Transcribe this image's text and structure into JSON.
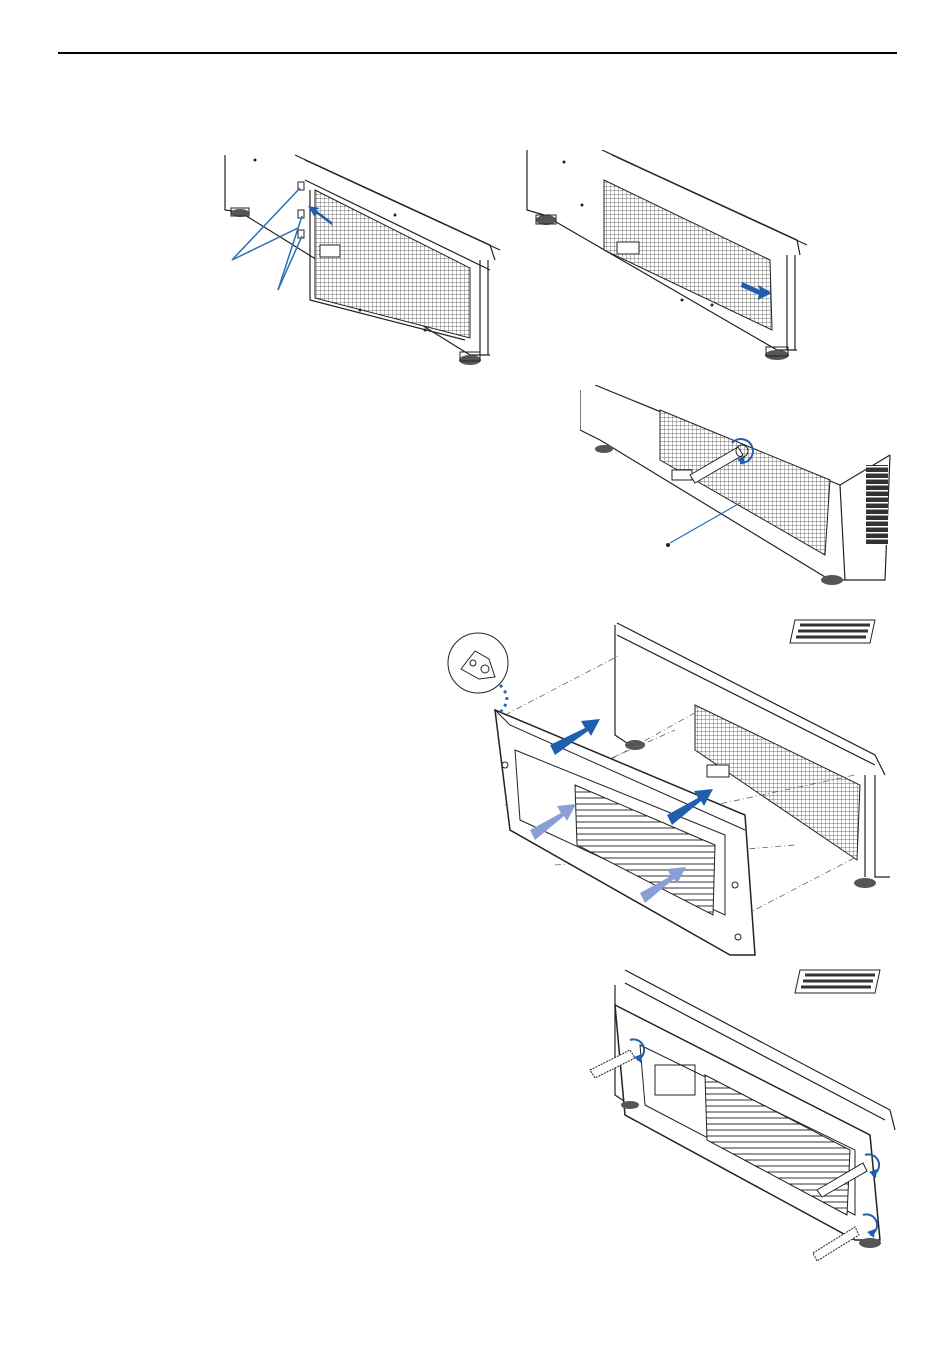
{
  "page": {
    "background": "#ffffff"
  },
  "colors": {
    "line": "#222222",
    "arrow_dark": "#1f5fae",
    "arrow_light": "#8a9fd6",
    "callout": "#2d6db5"
  },
  "figures": [
    {
      "name": "figure-1-release-tabs",
      "icon": "filter-cover-tabs-callout"
    },
    {
      "name": "figure-2-slide-filter-out",
      "icon": "filter-slide-right-arrow"
    },
    {
      "name": "figure-3-remove-screw",
      "icon": "screwdriver-screw"
    },
    {
      "name": "figure-4-attach-front-cover",
      "icon": "front-cover-push-arrows"
    },
    {
      "name": "figure-5-tighten-screws",
      "icon": "screwdriver-tighten"
    }
  ]
}
